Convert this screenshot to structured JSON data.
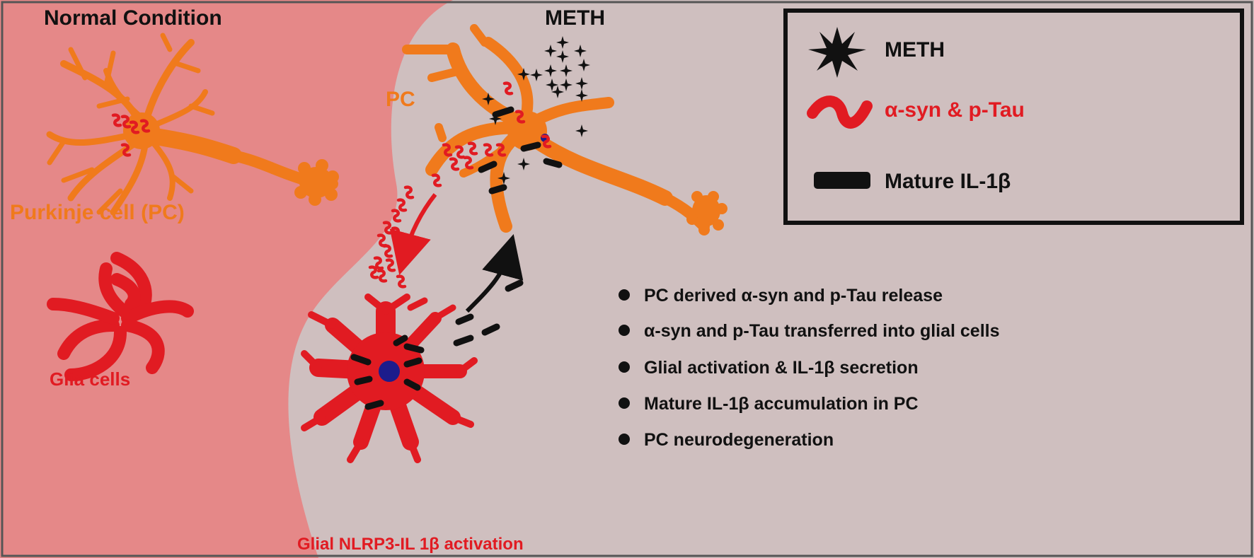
{
  "panels": {
    "normal": {
      "title": "Normal Condition",
      "pc_label": "Purkinje cell (PC)",
      "glia_label": "Glia cells"
    },
    "meth": {
      "title": "METH",
      "pc_label": "PC",
      "glia_label": "Glial NLRP3-IL 1β activation"
    }
  },
  "legend": {
    "items": [
      {
        "label": "METH",
        "icon": "star-icon"
      },
      {
        "label": "α-syn & p-Tau",
        "icon": "squiggle-icon"
      },
      {
        "label": "Mature IL-1β",
        "icon": "dash-icon"
      }
    ]
  },
  "steps": [
    "PC derived α-syn and p-Tau release",
    "α-syn and p-Tau transferred into glial cells",
    "Glial activation & IL-1β secretion",
    "Mature IL-1β accumulation in PC",
    "PC neurodegeneration"
  ],
  "colors": {
    "normal_bg": "#e58888",
    "meth_bg": "#cfbfbf",
    "purkinje": "#f07a1c",
    "glia": "#e11b22",
    "nucleus": "#1c1c8c",
    "meth_star": "#111111",
    "il1b": "#111111"
  }
}
